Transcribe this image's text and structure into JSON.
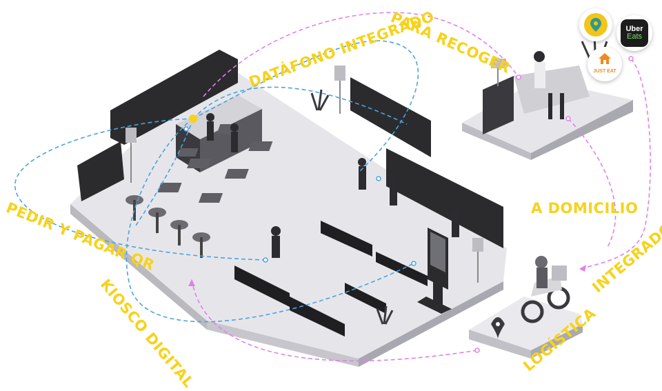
{
  "labels": {
    "para_recoger": "PARA RECOGER",
    "datafono": "DATÁFONO INTEGRADO",
    "pedir_pagar": "PEDIR Y PAGAR QR",
    "kiosco": "KIOSCO DIGITAL",
    "domicilio": "A DOMICILIO",
    "integrador": "INTEGRADOR",
    "logistica": "LOGÍSTICA"
  },
  "apps": {
    "uber_line1": "Uber",
    "uber_line2": "Eats",
    "just_eat": "JUST EAT"
  },
  "colors": {
    "label": "#f7d21a",
    "blue_path": "#4aa3e0",
    "pink_path": "#e27fe9",
    "floor": "#dcdce0",
    "wall": "#2b2b2e"
  }
}
